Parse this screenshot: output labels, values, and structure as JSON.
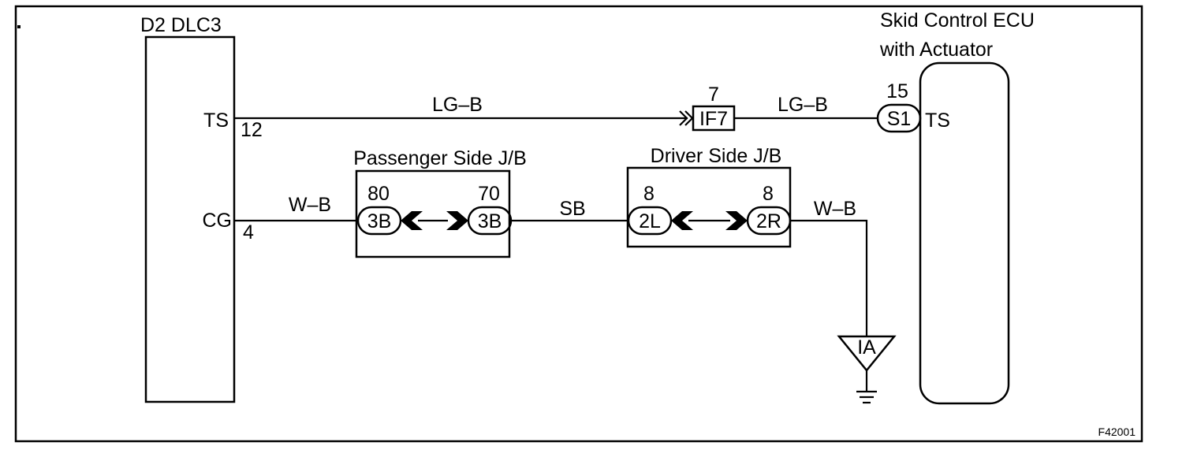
{
  "figure_code": "F42001",
  "dlc3": {
    "title": "D2  DLC3",
    "ts_terminal": "TS",
    "ts_pin": "12",
    "cg_terminal": "CG",
    "cg_pin": "4"
  },
  "ecu": {
    "title_line1": "Skid Control ECU",
    "title_line2": "with Actuator",
    "connector": "S1",
    "pin": "15",
    "terminal": "TS"
  },
  "connector_if7": {
    "label": "IF7",
    "pin": "7"
  },
  "passenger_jb": {
    "title": "Passenger Side J/B",
    "left_connector": "3B",
    "left_pin": "80",
    "right_connector": "3B",
    "right_pin": "70"
  },
  "driver_jb": {
    "title": "Driver Side J/B",
    "left_connector": "2L",
    "left_pin": "8",
    "right_connector": "2R",
    "right_pin": "8"
  },
  "wires": {
    "ts_to_if7": "LG–B",
    "if7_to_ecu": "LG–B",
    "cg_to_pjb": "W–B",
    "pjb_to_djb": "SB",
    "djb_to_ground": "W–B"
  },
  "ground_point": "IA"
}
